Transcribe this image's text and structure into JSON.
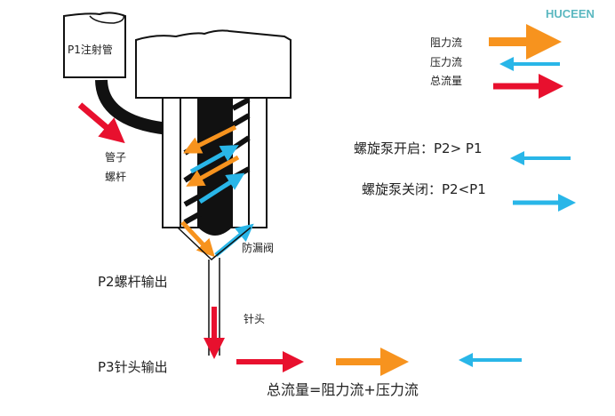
{
  "brand": "HUCEEN",
  "colors": {
    "resistance_flow": "#f7931e",
    "pressure_flow": "#29b6e8",
    "total_flow": "#e8102e",
    "brand": "#5bb8c0"
  },
  "labels": {
    "injection_tube": "P1注射管",
    "tube": "管子",
    "screw": "螺杆",
    "anti_leak_valve": "防漏阀",
    "p2_output": "P2螺杆输出",
    "needle": "针头",
    "p3_output": "P3针头输出",
    "equation": "总流量=阻力流+压力流"
  },
  "legend": [
    {
      "label": "阻力流",
      "direction": "right"
    },
    {
      "label": "压力流",
      "direction": "left"
    },
    {
      "label": "总流量",
      "direction": "right"
    }
  ],
  "conditions": [
    {
      "label": "螺旋泵开启：P2> P1",
      "arrow": "left"
    },
    {
      "label": "螺旋泵关闭：P2<P1",
      "arrow": "right"
    }
  ]
}
